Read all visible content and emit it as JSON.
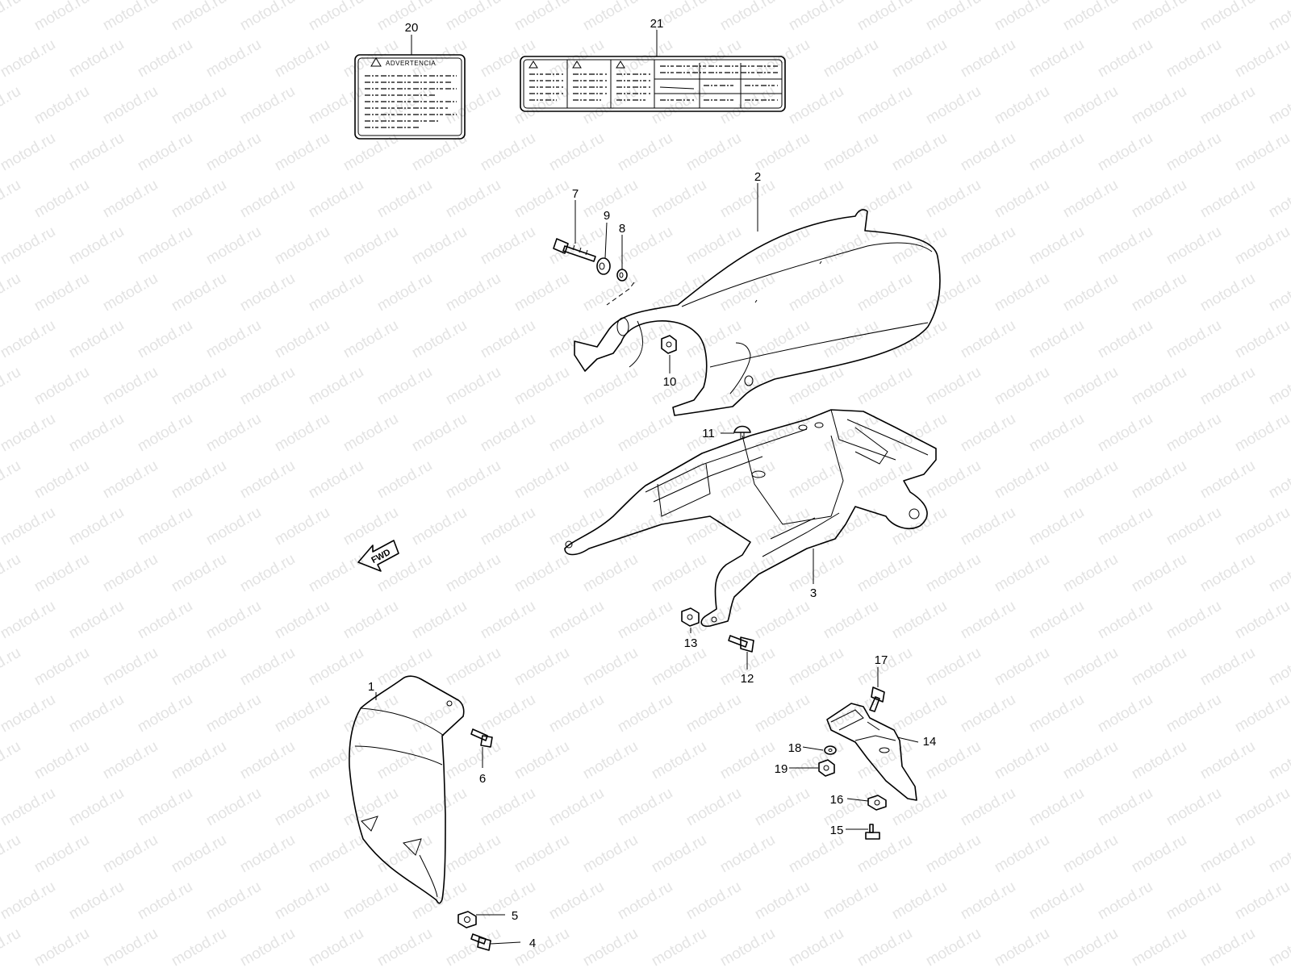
{
  "watermark": {
    "text": "motod.ru",
    "color": "#e3e3e3"
  },
  "labels": {
    "sticker_20_heading": "ADVERTENCIA",
    "fwd_arrow": "FWD"
  },
  "callouts": [
    {
      "id": "c1",
      "text": "1"
    },
    {
      "id": "c2",
      "text": "2"
    },
    {
      "id": "c3",
      "text": "3"
    },
    {
      "id": "c4",
      "text": "4"
    },
    {
      "id": "c5",
      "text": "5"
    },
    {
      "id": "c6",
      "text": "6"
    },
    {
      "id": "c7",
      "text": "7"
    },
    {
      "id": "c8",
      "text": "8"
    },
    {
      "id": "c9",
      "text": "9"
    },
    {
      "id": "c10",
      "text": "10"
    },
    {
      "id": "c11",
      "text": "11"
    },
    {
      "id": "c12",
      "text": "12"
    },
    {
      "id": "c13",
      "text": "13"
    },
    {
      "id": "c14",
      "text": "14"
    },
    {
      "id": "c15",
      "text": "15"
    },
    {
      "id": "c16",
      "text": "16"
    },
    {
      "id": "c17",
      "text": "17"
    },
    {
      "id": "c18",
      "text": "18"
    },
    {
      "id": "c19",
      "text": "19"
    },
    {
      "id": "c20",
      "text": "20"
    },
    {
      "id": "c21",
      "text": "21"
    }
  ]
}
